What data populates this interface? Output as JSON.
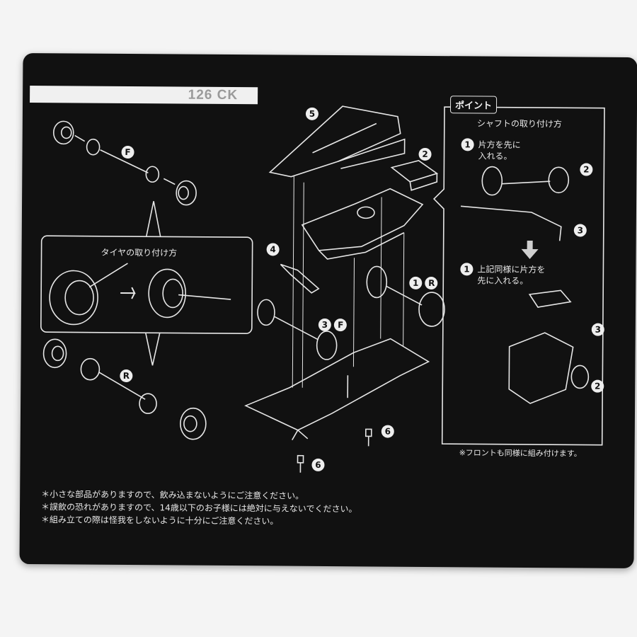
{
  "title": "126 CK",
  "labels": {
    "tire_install": "タイヤの取り付け方",
    "point_badge": "ポイント",
    "shaft_install": "シャフトの取り付け方",
    "step1a_line1": "片方を先に",
    "step1a_line2": "入れる。",
    "step1b_line1": "上記同様に片方を",
    "step1b_line2": "先に入れる。",
    "front_note": "※フロントも同様に組み付けます。"
  },
  "callouts": {
    "f": "F",
    "r": "R",
    "n1": "1",
    "n2": "2",
    "n3": "3",
    "n4": "4",
    "n5": "5",
    "n6": "6",
    "part1": "R",
    "part3": "F"
  },
  "warnings": [
    "＊小さな部品がありますので、飲み込まないようにご注意ください。",
    "＊誤飲の恐れがありますので、14歳以下のお子様には絶対に与えないでください。",
    "＊組み立ての際は怪我をしないように十分にご注意ください。"
  ],
  "colors": {
    "card": "#111111",
    "line": "#e6e6e6",
    "title_bg": "#f0f0f0",
    "title_text": "#9a9a9a"
  }
}
